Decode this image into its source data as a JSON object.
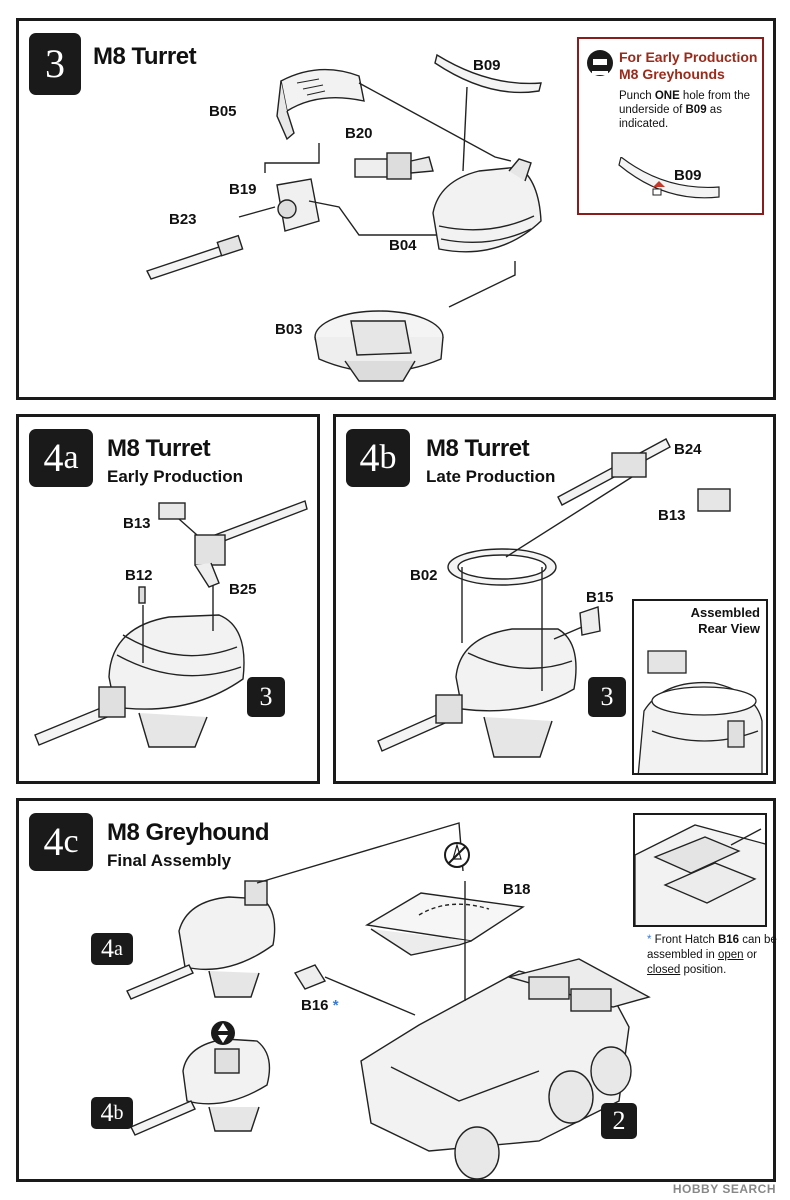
{
  "step3": {
    "number": "3",
    "title": "M8 Turret",
    "parts": {
      "b05": "B05",
      "b20": "B20",
      "b09": "B09",
      "b19": "B19",
      "b23": "B23",
      "b04": "B04",
      "b03": "B03"
    },
    "note": {
      "title": "For Early Production M8 Greyhounds",
      "punch": "Punch",
      "one": "ONE",
      "body_a": " hole from the underside of ",
      "b09": "B09",
      "body_b": " as indicated.",
      "diagram_label": "B09"
    }
  },
  "step4a": {
    "number": "4",
    "suffix": "a",
    "title": "M8 Turret",
    "subtitle": "Early Production",
    "parts": {
      "b13": "B13",
      "b12": "B12",
      "b25": "B25"
    },
    "ref": "3"
  },
  "step4b": {
    "number": "4",
    "suffix": "b",
    "title": "M8 Turret",
    "subtitle": "Late Production",
    "parts": {
      "b24": "B24",
      "b13": "B13",
      "b02": "B02",
      "b15": "B15"
    },
    "ref": "3",
    "inset_label": "Assembled Rear View"
  },
  "step4c": {
    "number": "4",
    "suffix": "c",
    "title": "M8 Greyhound",
    "subtitle": "Final Assembly",
    "parts": {
      "b18": "B18",
      "b16": "B16",
      "b16_star": "*"
    },
    "refs": {
      "r4a_num": "4",
      "r4a_suf": "a",
      "r4b_num": "4",
      "r4b_suf": "b",
      "r2": "2"
    },
    "hatch_note": {
      "star": "*",
      "a": " Front Hatch ",
      "part": "B16",
      "b": " can be assembled in ",
      "open": "open",
      "c": " or ",
      "closed": "closed",
      "d": " position."
    }
  },
  "watermark": "HOBBY SEARCH",
  "colors": {
    "ink": "#1a1a1a",
    "note_red": "#9a2a1a",
    "accent_blue": "#3a7bd5"
  }
}
